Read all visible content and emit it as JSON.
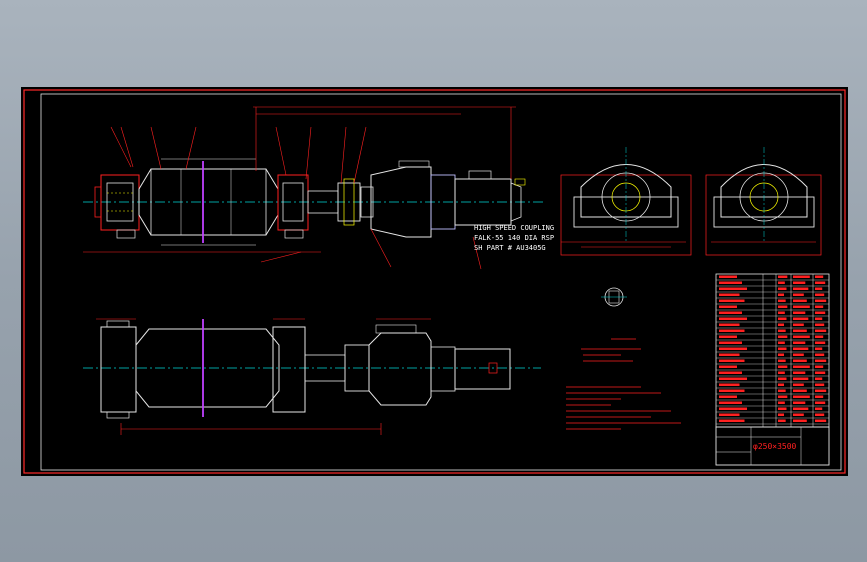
{
  "colors": {
    "viewport_bg": "#000000",
    "app_bg": "#9aa4ae",
    "border": "#ff2a2a",
    "line_white": "#e6e6e6",
    "line_red": "#ff2020",
    "line_cyan": "#00d8d8",
    "line_magenta": "#c040ff",
    "text_white": "#ffffff"
  },
  "drawing": {
    "coupling_note": {
      "line1": "HIGH SPEED COUPLING",
      "line2": "FALK-55 140 DIA RSP",
      "line3": "SH PART # AU3405G"
    },
    "title_block": {
      "drawing_number": "φ250×3500"
    },
    "icons": [
      "drawing-border-icon",
      "pulley-drum-icon",
      "bearing-block-icon",
      "gear-reducer-icon",
      "electric-motor-icon",
      "section-view-icon",
      "parts-table-icon",
      "title-block-icon"
    ]
  }
}
